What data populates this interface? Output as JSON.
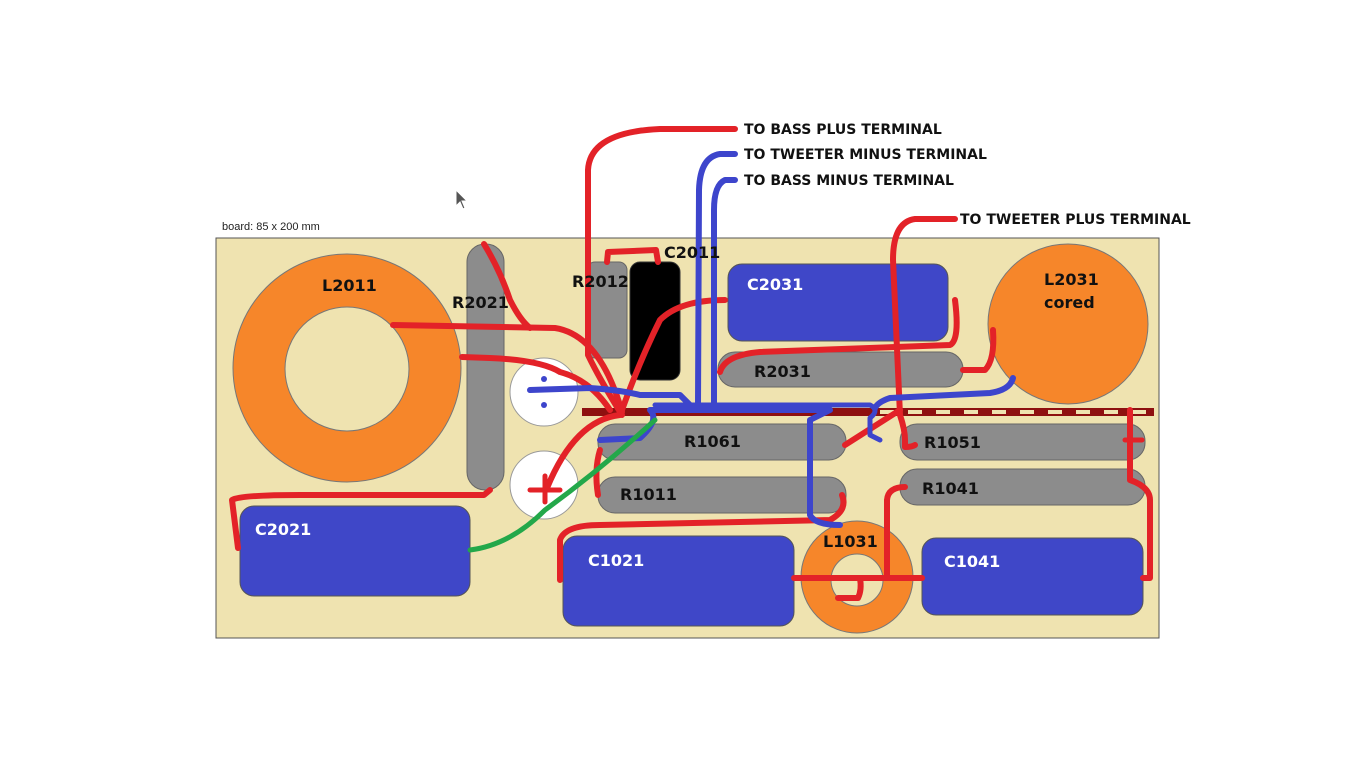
{
  "board": {
    "size_label": "board: 85 x 200 mm"
  },
  "colors": {
    "board": "#efe3b0",
    "inductor": "#f6862a",
    "capacitor": "#3f47c8",
    "resistor": "#8c8c8c",
    "wire_plus": "#e32228",
    "wire_minus": "#3d45cc",
    "wire_green": "#23a84a",
    "bus": "#8e1010"
  },
  "components": {
    "L2011": "L2011",
    "R2021": "R2021",
    "R2012": "R2012",
    "C2011": "C2011",
    "C2031": "C2031",
    "L2031": "L2031",
    "L2031_sub": "cored",
    "R2031": "R2031",
    "R1061": "R1061",
    "R1051": "R1051",
    "R1011": "R1011",
    "R1041": "R1041",
    "C2021": "C2021",
    "C1021": "C1021",
    "L1031": "L1031",
    "C1041": "C1041"
  },
  "terminals": {
    "bass_plus": "TO BASS PLUS TERMINAL",
    "tweeter_minus": "TO TWEETER MINUS TERMINAL",
    "bass_minus": "TO BASS MINUS TERMINAL",
    "tweeter_plus": "TO TWEETER PLUS TERMINAL"
  },
  "input_terminals": {
    "minus_symbol": ":",
    "plus_symbol": "+"
  }
}
